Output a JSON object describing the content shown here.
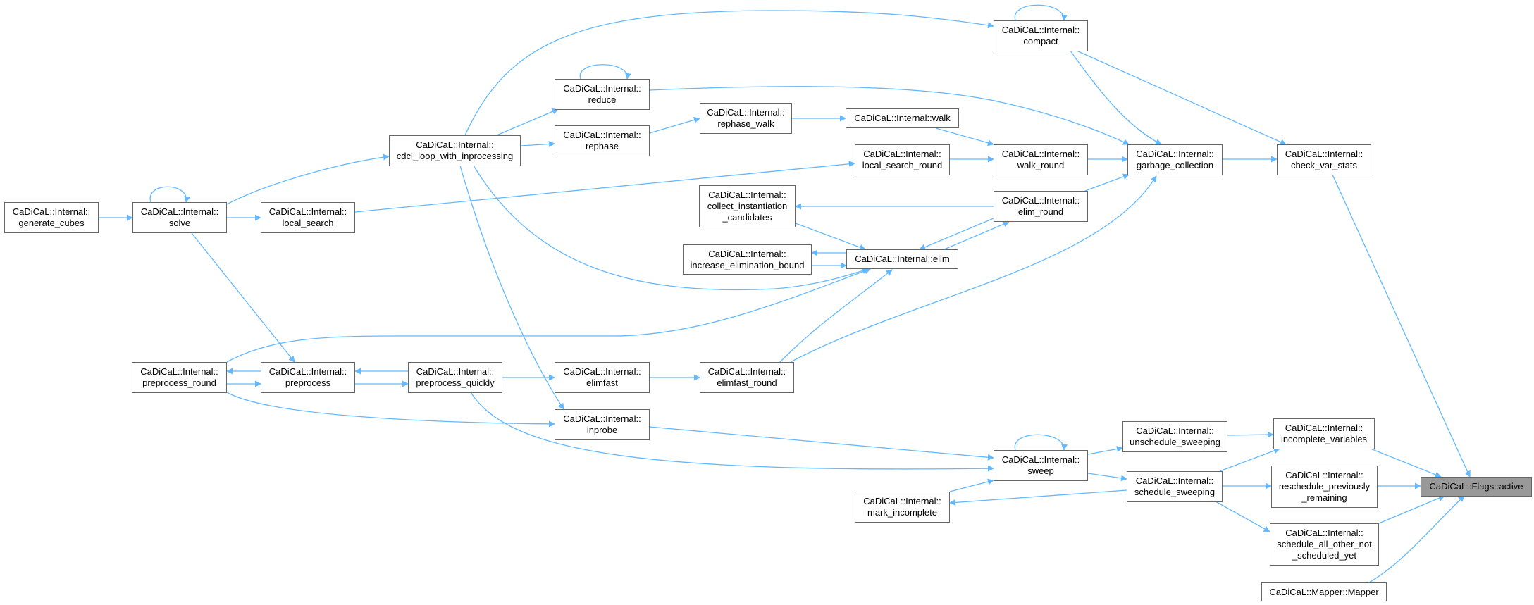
{
  "graph": {
    "root": "CaDiCaL::Flags::active",
    "colors": {
      "edge": "#63b8ff",
      "node_border": "#666666",
      "root_fill": "#999999",
      "node_fill": "#ffffff"
    },
    "nodes": {
      "generate_cubes": [
        "CaDiCaL::Internal::",
        "generate_cubes"
      ],
      "solve": [
        "CaDiCaL::Internal::",
        "solve"
      ],
      "local_search": [
        "CaDiCaL::Internal::",
        "local_search"
      ],
      "cdcl_loop_with_inprocessing": [
        "CaDiCaL::Internal::",
        "cdcl_loop_with_inprocessing"
      ],
      "reduce": [
        "CaDiCaL::Internal::",
        "reduce"
      ],
      "rephase": [
        "CaDiCaL::Internal::",
        "rephase"
      ],
      "rephase_walk": [
        "CaDiCaL::Internal::",
        "rephase_walk"
      ],
      "walk": [
        "CaDiCaL::Internal::walk"
      ],
      "local_search_round": [
        "CaDiCaL::Internal::",
        "local_search_round"
      ],
      "walk_round": [
        "CaDiCaL::Internal::",
        "walk_round"
      ],
      "compact": [
        "CaDiCaL::Internal::",
        "compact"
      ],
      "garbage_collection": [
        "CaDiCaL::Internal::",
        "garbage_collection"
      ],
      "check_var_stats": [
        "CaDiCaL::Internal::",
        "check_var_stats"
      ],
      "collect_instantiation_candidates": [
        "CaDiCaL::Internal::",
        "collect_instantiation",
        "_candidates"
      ],
      "elim_round": [
        "CaDiCaL::Internal::",
        "elim_round"
      ],
      "increase_elimination_bound": [
        "CaDiCaL::Internal::",
        "increase_elimination_bound"
      ],
      "elim": [
        "CaDiCaL::Internal::elim"
      ],
      "preprocess_round": [
        "CaDiCaL::Internal::",
        "preprocess_round"
      ],
      "preprocess": [
        "CaDiCaL::Internal::",
        "preprocess"
      ],
      "preprocess_quickly": [
        "CaDiCaL::Internal::",
        "preprocess_quickly"
      ],
      "elimfast": [
        "CaDiCaL::Internal::",
        "elimfast"
      ],
      "elimfast_round": [
        "CaDiCaL::Internal::",
        "elimfast_round"
      ],
      "inprobe": [
        "CaDiCaL::Internal::",
        "inprobe"
      ],
      "sweep": [
        "CaDiCaL::Internal::",
        "sweep"
      ],
      "unschedule_sweeping": [
        "CaDiCaL::Internal::",
        "unschedule_sweeping"
      ],
      "schedule_sweeping": [
        "CaDiCaL::Internal::",
        "schedule_sweeping"
      ],
      "mark_incomplete": [
        "CaDiCaL::Internal::",
        "mark_incomplete"
      ],
      "incomplete_variables": [
        "CaDiCaL::Internal::",
        "incomplete_variables"
      ],
      "reschedule_previously_remaining": [
        "CaDiCaL::Internal::",
        "reschedule_previously",
        "_remaining"
      ],
      "schedule_all_other_not_scheduled_yet": [
        "CaDiCaL::Internal::",
        "schedule_all_other_not",
        "_scheduled_yet"
      ],
      "mapper": [
        "CaDiCaL::Mapper::Mapper"
      ],
      "flags_active": [
        "CaDiCaL::Flags::active"
      ]
    }
  }
}
